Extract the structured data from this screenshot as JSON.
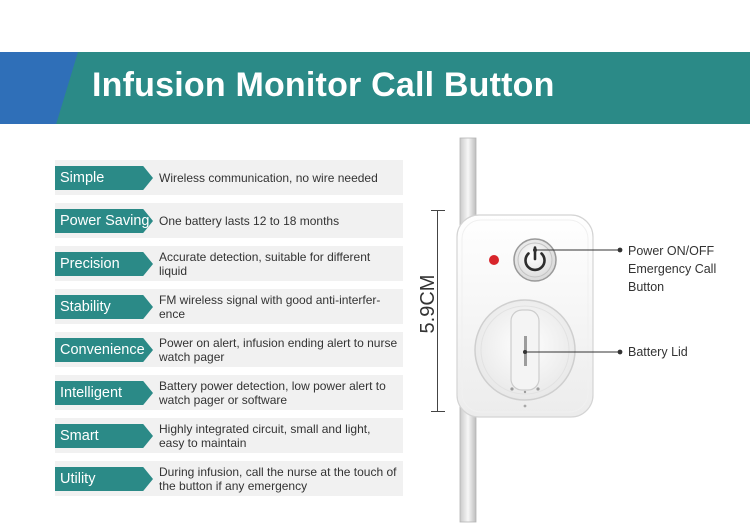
{
  "header": {
    "title": "Infusion Monitor Call Button"
  },
  "features": [
    {
      "tag": "Simple",
      "desc": "Wireless communication, no wire needed"
    },
    {
      "tag": "Power Saving",
      "desc": "One battery lasts 12 to 18 months"
    },
    {
      "tag": "Precision",
      "desc": "Accurate detection, suitable for different liquid"
    },
    {
      "tag": "Stability",
      "desc": "FM wireless signal with good anti-interfer-ence"
    },
    {
      "tag": "Convenience",
      "desc": "Power on alert, infusion ending alert to nurse watch pager"
    },
    {
      "tag": "Intelligent",
      "desc": "Battery power detection, low power alert to watch pager or software"
    },
    {
      "tag": "Smart",
      "desc": "Highly integrated circuit, small and light, easy to maintain"
    },
    {
      "tag": "Utility",
      "desc": "During infusion, call the nurse at the touch of the button if any emergency"
    }
  ],
  "device": {
    "dimension": "5.9CM",
    "callouts": {
      "power": "Power ON/OFF Emergency Call Button",
      "battery": "Battery Lid"
    }
  },
  "colors": {
    "teal": "#2b8a87",
    "blue": "#2f6fb8",
    "indicator_red": "#d8252b"
  }
}
